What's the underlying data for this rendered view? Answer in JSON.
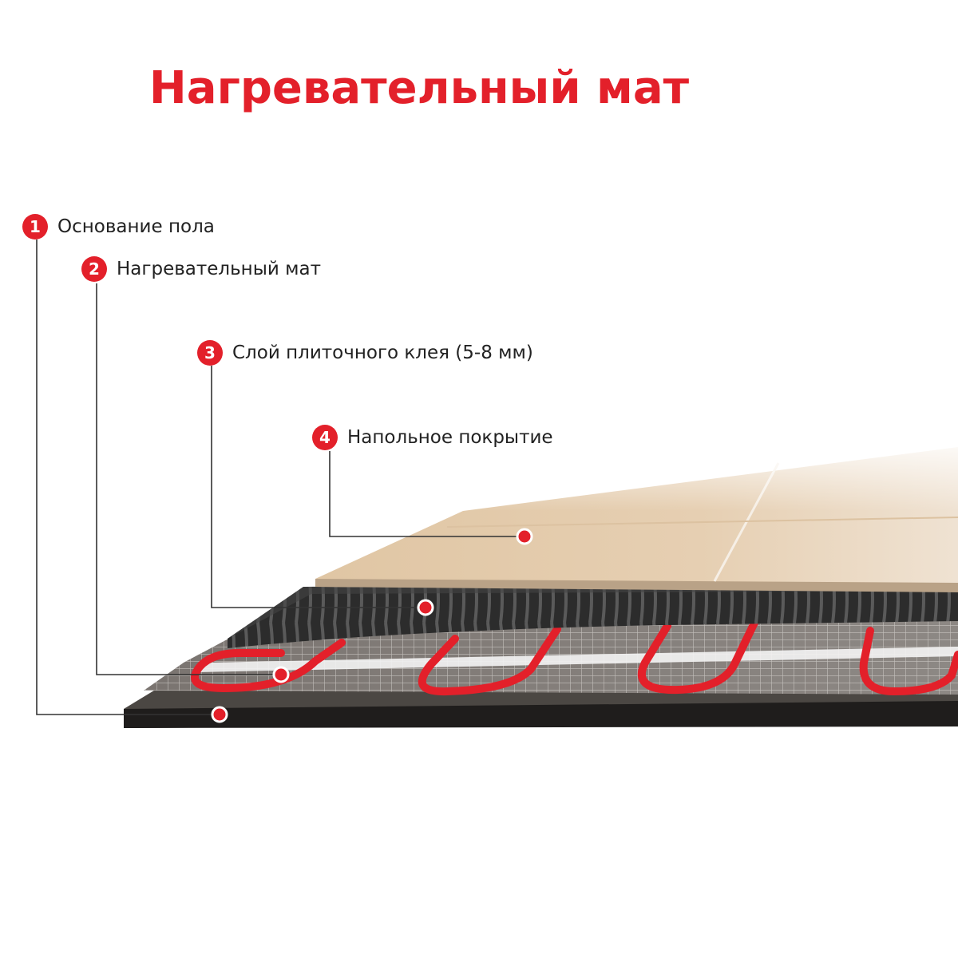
{
  "title": "Нагревательный мат",
  "layers": [
    {
      "number": "1",
      "label": "Основание пола"
    },
    {
      "number": "2",
      "label": "Нагревательный мат"
    },
    {
      "number": "3",
      "label": "Слой плиточного клея (5-8 мм)"
    },
    {
      "number": "4",
      "label": "Напольное покрытие"
    }
  ],
  "colors": {
    "accent": "#e3202a",
    "tile": "#e8cfb0",
    "adhesive": "#3a3a3a",
    "base": "#2f2d2b",
    "cable": "#e3202a"
  }
}
